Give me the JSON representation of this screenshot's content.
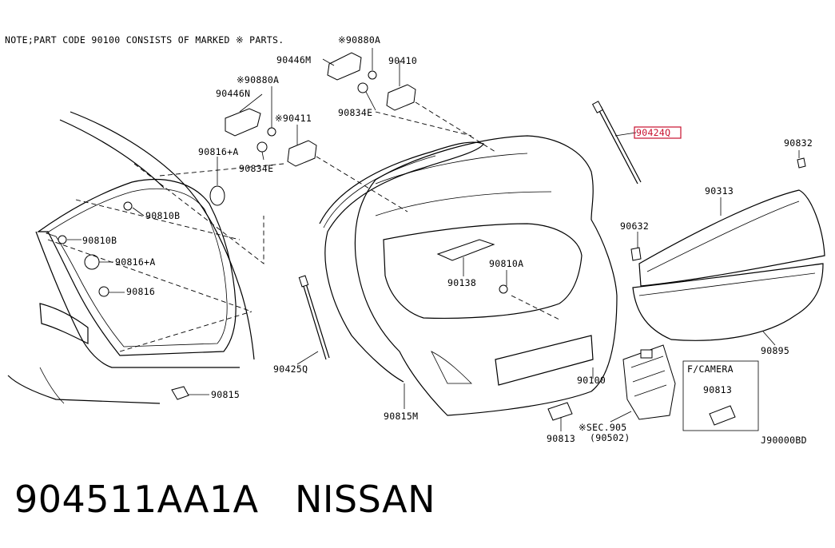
{
  "diagram": {
    "note": "NOTE;PART CODE 90100 CONSISTS OF MARKED ※ PARTS.",
    "drawing_code": "J90000BD",
    "highlight_color": "#c8102e",
    "labels": {
      "p90880a_top": "※90880A",
      "p90446m": "90446M",
      "p90410": "90410",
      "p90880a_left": "※90880A",
      "p90446n": "90446N",
      "p90411": "※90411",
      "p90834e_top": "90834E",
      "p90834e_left": "90834E",
      "p90816a_top": "90816+A",
      "p90810b_right": "90810B",
      "p90810b_left": "90810B",
      "p90816a_mid": "90816+A",
      "p90816": "90816",
      "p90815": "90815",
      "p90425q": "90425Q",
      "p90815m": "90815M",
      "p90424q": "90424Q",
      "p90138": "90138",
      "p90810a": "90810A",
      "p90100": "90100",
      "p90632": "90632",
      "p90832": "90832",
      "p90313": "90313",
      "p90895": "90895",
      "p90813": "90813",
      "sec905": "※SEC.905",
      "sec905_sub": "(90502)",
      "camera_title": "F/CAMERA",
      "camera_part": "90813"
    }
  },
  "footer": {
    "part_number": "904511AA1A",
    "brand": "NISSAN"
  }
}
